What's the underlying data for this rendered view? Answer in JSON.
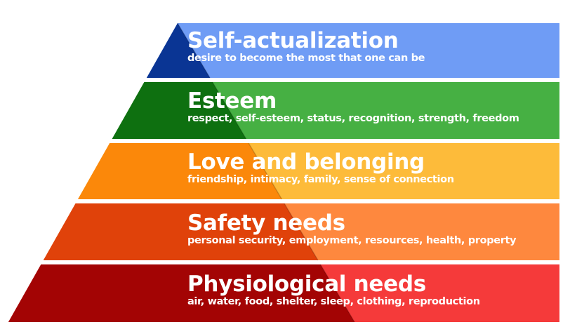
{
  "diagram": {
    "type": "pyramid",
    "levels": [
      {
        "title": "Self-actualization",
        "description": "desire to become the most that one can be",
        "color_light": "#6F9CF5",
        "color_dark": "#0A3594"
      },
      {
        "title": "Esteem",
        "description": "respect, self-esteem, status, recognition, strength, freedom",
        "color_light": "#46B043",
        "color_dark": "#0E7010"
      },
      {
        "title": "Love and belonging",
        "description": "friendship, intimacy, family, sense of connection",
        "color_light": "#FDBB3A",
        "color_dark": "#FB880A"
      },
      {
        "title": "Safety needs",
        "description": "personal security, employment, resources, health, property",
        "color_light": "#FE883E",
        "color_dark": "#E0420A"
      },
      {
        "title": "Physiological needs",
        "description": "air, water, food, shelter, sleep, clothing, reproduction",
        "color_light": "#F53A3A",
        "color_dark": "#A30404"
      }
    ]
  }
}
